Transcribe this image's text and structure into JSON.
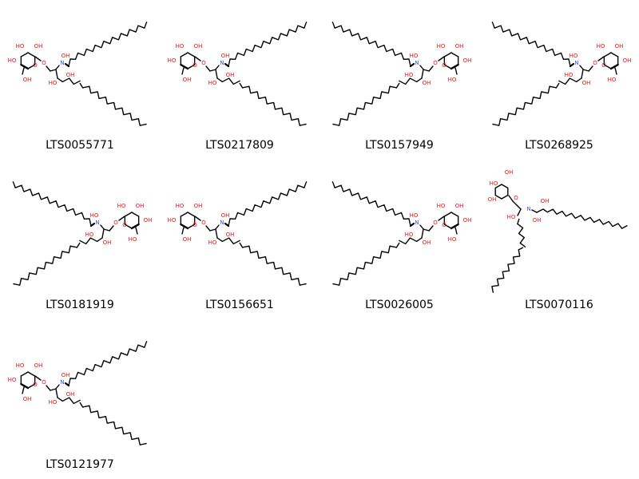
{
  "atom_labels": {
    "hydroxyl_right": "OH",
    "hydroxyl_left": "HO",
    "nitrogen": "N",
    "oxygen": "O"
  },
  "colors": {
    "bond": "#000000",
    "oxygen": "#ff0d0d",
    "nitrogen": "#3050f8"
  },
  "molecules": [
    {
      "id": "LTS0055771",
      "orientation": "sugar-left"
    },
    {
      "id": "LTS0217809",
      "orientation": "sugar-left"
    },
    {
      "id": "LTS0157949",
      "orientation": "sugar-right"
    },
    {
      "id": "LTS0268925",
      "orientation": "sugar-right"
    },
    {
      "id": "LTS0181919",
      "orientation": "sugar-right"
    },
    {
      "id": "LTS0156651",
      "orientation": "sugar-left"
    },
    {
      "id": "LTS0026005",
      "orientation": "sugar-right"
    },
    {
      "id": "LTS0070116",
      "orientation": "sugar-top"
    },
    {
      "id": "LTS0121977",
      "orientation": "sugar-left"
    }
  ]
}
